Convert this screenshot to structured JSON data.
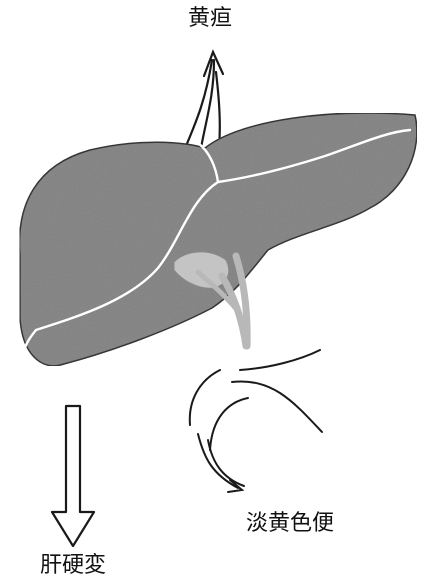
{
  "labels": {
    "top": "黄疸",
    "right": "淡黄色便",
    "bottom": "肝硬変"
  },
  "colors": {
    "liver": "#8f8f8f",
    "liver_edge": "#3a3a3a",
    "gallbladder": "#c4c4c4",
    "bile_duct": "#b8b8b8",
    "line": "#1a1a1a",
    "fissure": "#ffffff"
  }
}
